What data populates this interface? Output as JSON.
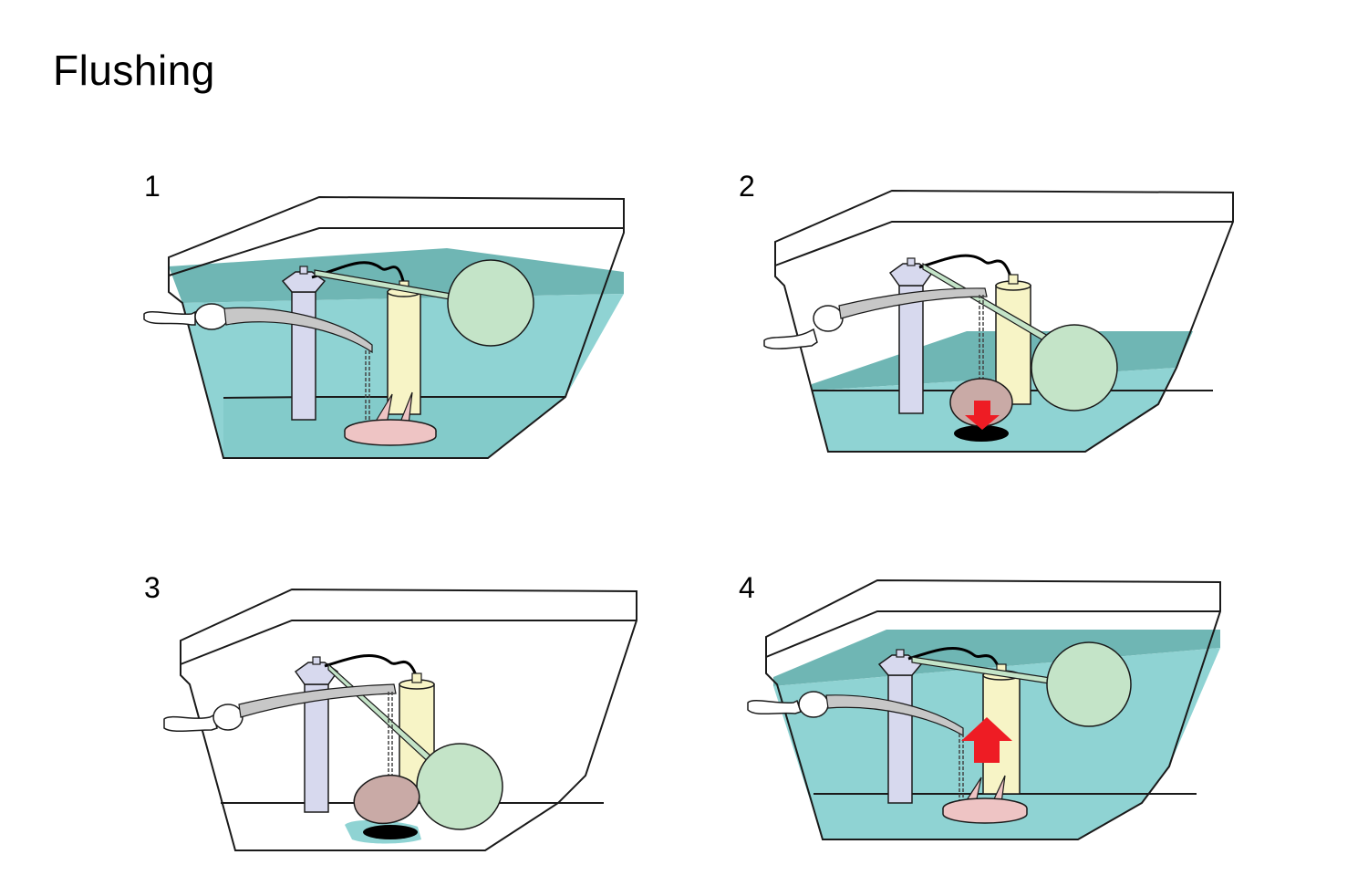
{
  "title": "Flushing",
  "steps": [
    {
      "number": "1"
    },
    {
      "number": "2"
    },
    {
      "number": "3"
    },
    {
      "number": "4"
    }
  ],
  "colors": {
    "water": "#8fd3d3",
    "water_dark": "#6fb6b4",
    "overflow_tube": "#d7d9ee",
    "fill_valve": "#f7f4c6",
    "float_ball": "#c4e4c8",
    "flapper": "#eec4c4",
    "flapper_lifted": "#c9aaa6",
    "lever_arm": "#c7c7c7",
    "arrow": "#ee1c24",
    "outline": "#1a1a1a"
  }
}
